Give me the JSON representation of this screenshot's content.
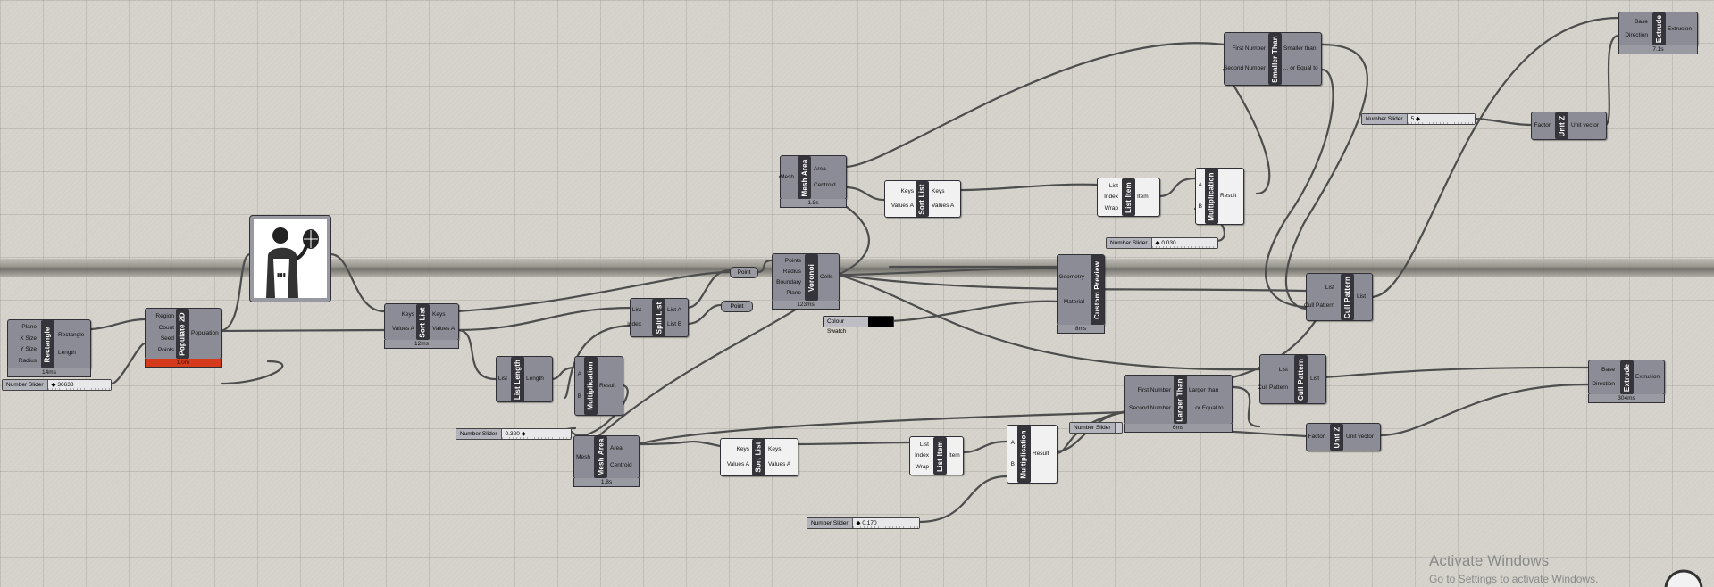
{
  "components": {
    "rectangle": {
      "name": "Rectangle",
      "inputs": [
        "Plane",
        "X Size",
        "Y Size",
        "Radius"
      ],
      "outputs": [
        "Rectangle",
        "Length"
      ],
      "time": "14ms"
    },
    "populate2d": {
      "name": "Populate 2D",
      "inputs": [
        "Region",
        "Count",
        "Seed",
        "Points"
      ],
      "outputs": [
        "Population"
      ],
      "time": "1.0m"
    },
    "sortlist1": {
      "name": "Sort List",
      "inputs": [
        "Keys",
        "Values A"
      ],
      "outputs": [
        "Keys",
        "Values A"
      ],
      "time": "12ms"
    },
    "listlength": {
      "name": "List Length",
      "inputs": [
        "List"
      ],
      "outputs": [
        "Length"
      ]
    },
    "mult1": {
      "name": "Multiplication",
      "inputs": [
        "A",
        "B"
      ],
      "outputs": [
        "Result"
      ]
    },
    "splitlist": {
      "name": "Split List",
      "inputs": [
        "List",
        "Index"
      ],
      "outputs": [
        "List A",
        "List B"
      ]
    },
    "point1": {
      "label": "Point"
    },
    "point2": {
      "label": "Point"
    },
    "voronoi": {
      "name": "Voronoi",
      "inputs": [
        "Points",
        "Radius",
        "Boundary",
        "Plane"
      ],
      "outputs": [
        "Cells"
      ],
      "time": "123ms"
    },
    "meshareaTop": {
      "name": "Mesh Area",
      "inputs": [
        "Mesh"
      ],
      "outputs": [
        "Area",
        "Centroid"
      ],
      "time": "1.8s"
    },
    "sortlistTop": {
      "name": "Sort List",
      "inputs": [
        "Keys",
        "Values A"
      ],
      "outputs": [
        "Keys",
        "Values A"
      ]
    },
    "listitemTop": {
      "name": "List Item",
      "inputs": [
        "List",
        "Index",
        "Wrap"
      ],
      "outputs": [
        "Item"
      ]
    },
    "multTop": {
      "name": "Multiplication",
      "inputs": [
        "A",
        "B"
      ],
      "outputs": [
        "Result"
      ]
    },
    "smaller": {
      "name": "Smaller Than",
      "inputs": [
        "First Number",
        "Second Number"
      ],
      "outputs": [
        "Smaller than",
        "... or Equal to"
      ]
    },
    "extrudeTop": {
      "name": "Extrude",
      "inputs": [
        "Base",
        "Direction"
      ],
      "outputs": [
        "Extrusion"
      ],
      "time": "7.1s"
    },
    "unitzTop": {
      "name": "Unit Z",
      "inputs": [
        "Factor"
      ],
      "outputs": [
        "Unit vector"
      ]
    },
    "custompreview": {
      "name": "Custom Preview",
      "inputs": [
        "Geometry",
        "Material"
      ],
      "outputs": [],
      "time": "8ms"
    },
    "cullTop": {
      "name": "Cull Pattern",
      "inputs": [
        "List",
        "Cull Pattern"
      ],
      "outputs": [
        "List"
      ]
    },
    "cullBottom": {
      "name": "Cull Pattern",
      "inputs": [
        "List",
        "Cull Pattern"
      ],
      "outputs": [
        "List"
      ]
    },
    "larger": {
      "name": "Larger Than",
      "inputs": [
        "First Number",
        "Second Number"
      ],
      "outputs": [
        "Larger than",
        "... or Equal to"
      ],
      "time": "6ms"
    },
    "extrudeBottom": {
      "name": "Extrude",
      "inputs": [
        "Base",
        "Direction"
      ],
      "outputs": [
        "Extrusion"
      ],
      "time": "304ms"
    },
    "unitzBottom": {
      "name": "Unit Z",
      "inputs": [
        "Factor"
      ],
      "outputs": [
        "Unit vector"
      ]
    },
    "meshareaBottom": {
      "name": "Mesh Area",
      "inputs": [
        "Mesh"
      ],
      "outputs": [
        "Area",
        "Centroid"
      ],
      "time": "1.8s"
    },
    "sortlistBottom": {
      "name": "Sort List",
      "inputs": [
        "Keys",
        "Values A"
      ],
      "outputs": [
        "Keys",
        "Values A"
      ]
    },
    "listitemBottom": {
      "name": "List Item",
      "inputs": [
        "List",
        "Index",
        "Wrap"
      ],
      "outputs": [
        "Item"
      ]
    },
    "multBottom": {
      "name": "Multiplication",
      "inputs": [
        "A",
        "B"
      ],
      "outputs": [
        "Result"
      ]
    }
  },
  "sliders": {
    "s1": {
      "label": "Number Slider",
      "value": "36638"
    },
    "s2": {
      "label": "Number Slider",
      "value": "0.320"
    },
    "s3": {
      "label": "Number Slider",
      "value": "0.030"
    },
    "s4": {
      "label": "Number Slider",
      "value": "5"
    },
    "s5": {
      "label": "Number Slider",
      "value": ""
    },
    "s6": {
      "label": "Number Slider",
      "value": "0.170"
    }
  },
  "colour": {
    "label": "Colour Swatch",
    "color": "#000000"
  },
  "watermark": {
    "title": "Activate Windows",
    "subtitle": "Go to Settings to activate Windows."
  },
  "colors": {
    "wire": "#4d4d4d",
    "component": "#8c8c96",
    "name_bar": "#34343a",
    "error": "#d63a1d"
  }
}
